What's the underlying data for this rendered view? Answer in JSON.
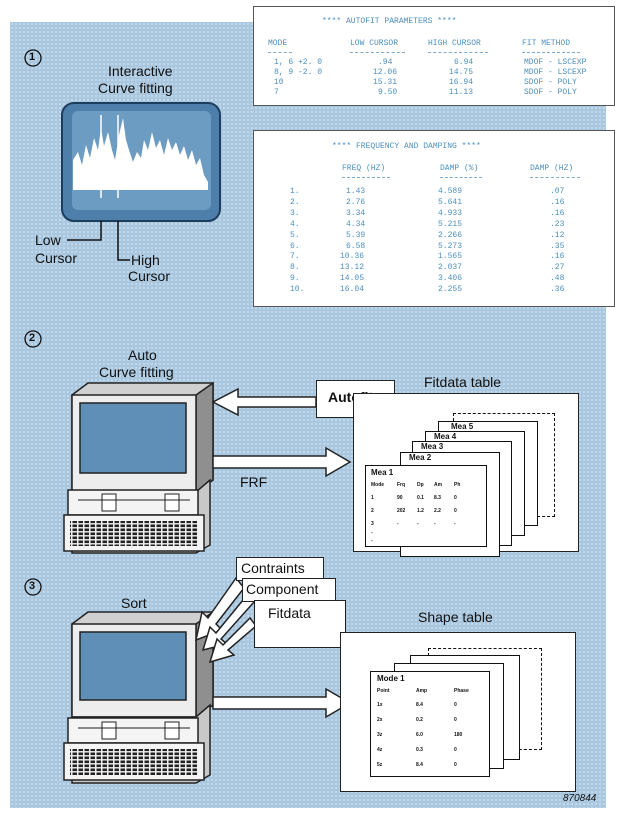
{
  "steps": [
    "1",
    "2",
    "3"
  ],
  "step1": {
    "title_line1": "Interactive",
    "title_line2": "Curve fitting",
    "low_line1": "Low",
    "low_line2": "Cursor",
    "high_line1": "High",
    "high_line2": "Cursor"
  },
  "autofit": {
    "title": "**** AUTOFIT PARAMETERS ****",
    "headers": [
      "MODE",
      "LOW CURSOR",
      "HIGH CURSOR",
      "FIT METHOD"
    ],
    "rows": [
      [
        "1, 6 +2. 0",
        ".94",
        "6.94",
        "MDOF - LSCEXP"
      ],
      [
        "8, 9 -2. 0",
        "12.06",
        "14.75",
        "MDOF - LSCEXP"
      ],
      [
        "10",
        "15.31",
        "16.94",
        "SDOF - POLY"
      ],
      [
        "7",
        "9.50",
        "11.13",
        "SDOF - POLY"
      ]
    ]
  },
  "freqdamp": {
    "title": "**** FREQUENCY AND DAMPING ****",
    "headers": [
      "FREQ (HZ)",
      "DAMP (%)",
      "DAMP (HZ)"
    ],
    "rows": [
      [
        "1.",
        "1.43",
        "4.589",
        ".07"
      ],
      [
        "2.",
        "2.76",
        "5.641",
        ".16"
      ],
      [
        "3.",
        "3.34",
        "4.933",
        ".16"
      ],
      [
        "4.",
        "4.34",
        "5.215",
        ".23"
      ],
      [
        "5.",
        "5.39",
        "2.266",
        ".12"
      ],
      [
        "6.",
        "6.58",
        "5.273",
        ".35"
      ],
      [
        "7.",
        "10.36",
        "1.565",
        ".16"
      ],
      [
        "8.",
        "13.12",
        "2.037",
        ".27"
      ],
      [
        "9.",
        "14.05",
        "3.406",
        ".48"
      ],
      [
        "10.",
        "16.04",
        "2.255",
        ".36"
      ]
    ]
  },
  "step2": {
    "title_line1": "Auto",
    "title_line2": "Curve fitting",
    "autofit_label": "Autofit",
    "frf_label": "FRF",
    "table_title": "Fitdata table",
    "sheets": [
      "Mea 5",
      "Mea 4",
      "Mea 3",
      "Mea 2"
    ],
    "front": {
      "title": "Mea 1",
      "headers": [
        "Mode",
        "Frq",
        "Dp",
        "Am",
        "Ph"
      ],
      "rows": [
        [
          "1",
          "90",
          "0.1",
          "8.3",
          "0"
        ],
        [
          "2",
          "202",
          "1.2",
          "2.2",
          "0"
        ],
        [
          "3",
          "-",
          "-",
          "-",
          "-"
        ]
      ],
      "extra_rows": [
        "-",
        "-"
      ]
    }
  },
  "step3": {
    "title": "Sort",
    "cards": [
      "Contraints",
      "Component",
      "Fitdata"
    ],
    "table_title": "Shape table",
    "front": {
      "title": "Mode 1",
      "headers": [
        "Point",
        "Amp",
        "Phase"
      ],
      "rows": [
        [
          "1x",
          "8.4",
          "0"
        ],
        [
          "2x",
          "0.2",
          "0"
        ],
        [
          "3z",
          "6.0",
          "180"
        ],
        [
          "4z",
          "0.3",
          "0"
        ],
        [
          "5z",
          "8.4",
          "0"
        ]
      ]
    }
  },
  "figure_number": "870844",
  "colors": {
    "panel": "#a9c7df",
    "screen": "#5f8fb7",
    "printout_text": "#4d8fbd"
  }
}
